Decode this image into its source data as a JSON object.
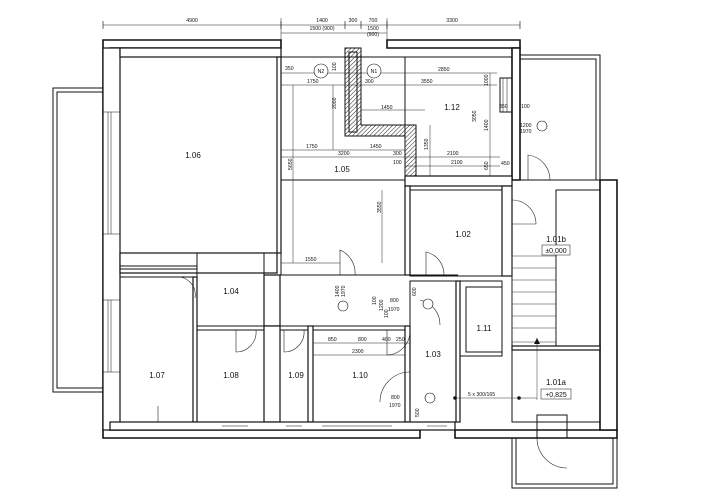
{
  "rooms": [
    {
      "id": "r106",
      "label": "1.06"
    },
    {
      "id": "r105",
      "label": "1.05"
    },
    {
      "id": "r112",
      "label": "1.12"
    },
    {
      "id": "r102",
      "label": "1.02"
    },
    {
      "id": "r101b",
      "label": "1.01b"
    },
    {
      "id": "r101b_lvl",
      "label": "±0,000"
    },
    {
      "id": "r104",
      "label": "1.04"
    },
    {
      "id": "r111",
      "label": "1.11"
    },
    {
      "id": "r103",
      "label": "1.03"
    },
    {
      "id": "r107",
      "label": "1.07"
    },
    {
      "id": "r108",
      "label": "1.08"
    },
    {
      "id": "r109",
      "label": "1.09"
    },
    {
      "id": "r110",
      "label": "1.10"
    },
    {
      "id": "r101a",
      "label": "1.01a"
    },
    {
      "id": "r101a_lvl",
      "label": "+0,825"
    }
  ],
  "markers": [
    {
      "id": "n1",
      "label": "N1"
    },
    {
      "id": "n2",
      "label": "N2"
    }
  ],
  "top_dims": {
    "d4900": "4900",
    "d1400": "1400",
    "d300": "300",
    "d700": "700",
    "d3300": "3300",
    "d1500a": "1500 (900)",
    "d1500b": "1500",
    "d900": "(900)"
  },
  "dims": {
    "a350": "350",
    "a1750": "1750",
    "a100": "100",
    "a300": "300",
    "a3550": "3550",
    "a2850": "2850",
    "a1000": "1000",
    "a2000": "2000",
    "a1450": "1450",
    "a3050": "3050",
    "a1400": "1400",
    "a350b": "350",
    "a100b": "100",
    "a1200": "1200",
    "a1970": "1970",
    "b1750": "1750",
    "b3200": "3200",
    "b1450": "1450",
    "b1350": "1350",
    "b2100": "2100",
    "b300": "300",
    "b100": "100",
    "b2100b": "2100",
    "b650": "650",
    "b450": "450",
    "c5650": "5650",
    "c3550": "3550",
    "c1550": "1550",
    "c1400": "1400",
    "c1970": "1970",
    "c800": "800",
    "c1970b": "1970",
    "c600": "600",
    "c100": "100",
    "c1200": "1200",
    "c100b": "100",
    "e850": "850",
    "e800": "800",
    "e400": "400",
    "e250": "250",
    "e2300": "2300",
    "f800": "800",
    "f1970": "1970",
    "f500": "500",
    "stair": "5 x 300/165"
  }
}
